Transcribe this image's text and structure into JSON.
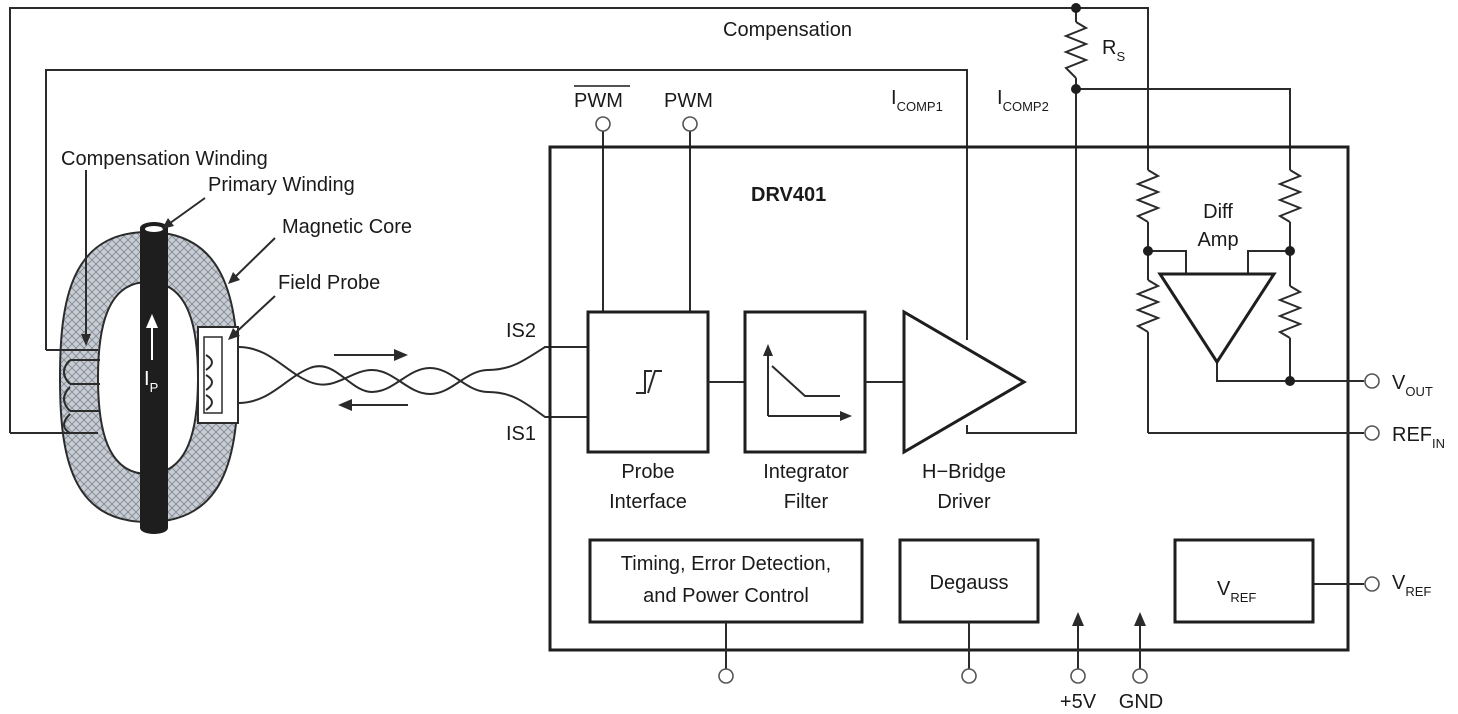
{
  "labels": {
    "compensation": "Compensation",
    "rs_main": "R",
    "rs_sub": "S",
    "pwm_bar": "PWM",
    "pwm": "PWM",
    "icomp1_main": "I",
    "icomp1_sub": "COMP1",
    "icomp2_main": "I",
    "icomp2_sub": "COMP2",
    "compensation_winding": "Compensation Winding",
    "primary_winding": "Primary Winding",
    "magnetic_core": "Magnetic Core",
    "field_probe": "Field Probe",
    "ip_main": "I",
    "ip_sub": "P",
    "is2": "IS2",
    "is1": "IS1",
    "chip_name": "DRV401",
    "probe_interface_1": "Probe",
    "probe_interface_2": "Interface",
    "integrator_filter_1": "Integrator",
    "integrator_filter_2": "Filter",
    "hbridge_1": "H−Bridge",
    "hbridge_2": "Driver",
    "diff_amp_1": "Diff",
    "diff_amp_2": "Amp",
    "vout_main": "V",
    "vout_sub": "OUT",
    "refin_main": "REF",
    "refin_sub": "IN",
    "timing_1": "Timing, Error Detection,",
    "timing_2": "and Power Control",
    "degauss": "Degauss",
    "vref_block_main": "V",
    "vref_block_sub": "REF",
    "vref_pin_main": "V",
    "vref_pin_sub": "REF",
    "plus5v": "+5V",
    "gnd": "GND"
  },
  "colors": {
    "line": "#2b2b2b",
    "core_fill": "#c8cdd4",
    "conductor": "#1e1e1e",
    "background": "#ffffff"
  }
}
